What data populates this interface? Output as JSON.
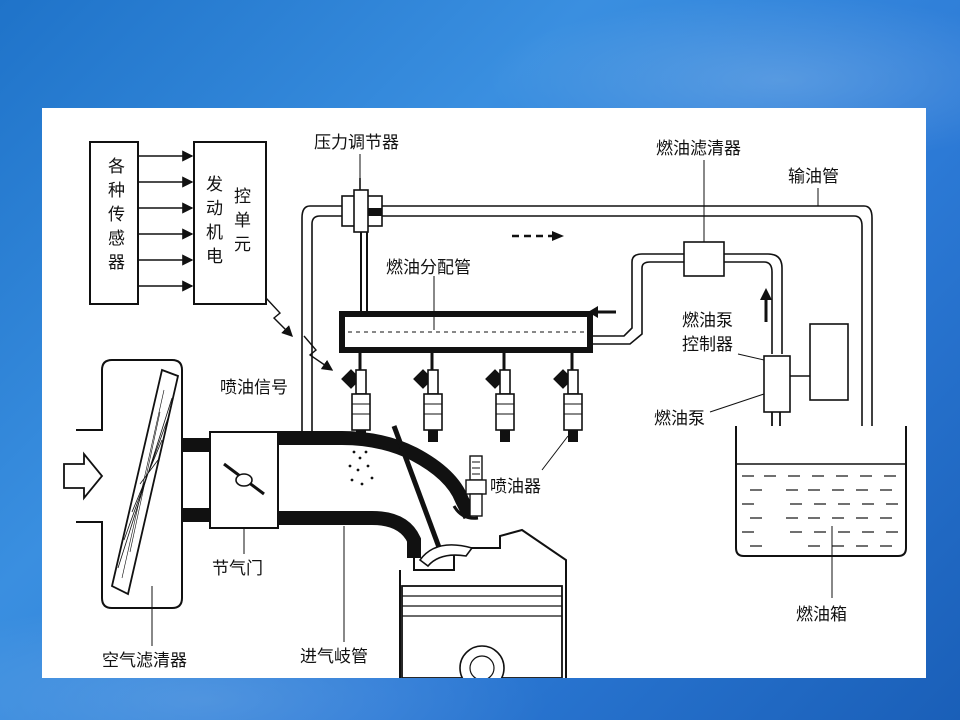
{
  "labels": {
    "sensors": [
      "各",
      "种",
      "传",
      "感",
      "器"
    ],
    "ecu_col1": [
      "发",
      "动",
      "机",
      "电"
    ],
    "ecu_col2": [
      "控",
      "单",
      "元"
    ],
    "pressure_regulator": "压力调节器",
    "fuel_filter": "燃油滤清器",
    "delivery_pipe": "输油管",
    "fuel_rail": "燃油分配管",
    "pump_controller_line1": "燃油泵",
    "pump_controller_line2": "控制器",
    "fuel_pump": "燃油泵",
    "injection_signal": "喷油信号",
    "injector": "喷油器",
    "throttle": "节气门",
    "air_filter": "空气滤清器",
    "intake_manifold": "进气岐管",
    "fuel_tank": "燃油箱"
  },
  "colors": {
    "background": "#2a7fd6",
    "panel": "#ffffff",
    "ink": "#111111"
  }
}
